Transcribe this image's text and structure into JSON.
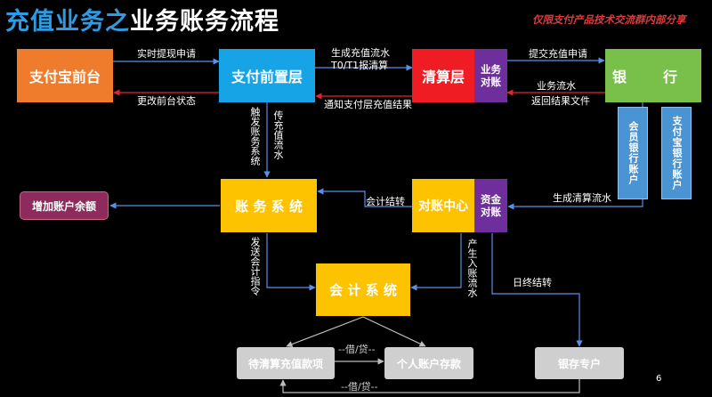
{
  "title": {
    "part1": "充值业务之",
    "part2": "业务账务流程"
  },
  "subtitle": "仅限支付产品技术交流群内部分享",
  "nodes": {
    "alipay_front": "支付宝前台",
    "pay_front_layer": "支付前置层",
    "clearing_layer": "清算层",
    "biz_reconcile": "业务对账",
    "bank": "银　　行",
    "member_bank_account": "会员银行账户",
    "alipay_bank_account": "支付宝银行账户",
    "add_balance": "增加账户余额",
    "accounting_system": "账 务 系 统",
    "reconcile_center": "对账中心",
    "fund_reconcile": "资金对账",
    "ledger_system": "会 计 系 统",
    "pending_clearing": "待清算充值款项",
    "personal_deposit": "个人账户存款",
    "bank_deposit": "银存专户"
  },
  "labels": {
    "realtime_withdraw": "实时提现申请",
    "change_front_status": "更改前台状态",
    "gen_recharge_flow": "生成充值流水",
    "t0t1_clearing": "T0/T1报清算",
    "notify_pay_layer": "通知支付层充值结果",
    "submit_recharge": "提交充值申请",
    "biz_flow": "业务流水",
    "return_result_file": "返回结果文件",
    "trigger_accounting": "触发账务系统",
    "pass_recharge_flow": "传充值流水",
    "gen_clearing_flow": "生成清算流水",
    "accounting_settle": "会计结转",
    "send_ledger_cmd": "发送会计指令",
    "gen_entry_flow": "产生入账流水",
    "daily_settle": "日终结转",
    "debit_credit_1": "--借/贷--",
    "debit_credit_2": "--借/贷--"
  },
  "page_number": "6",
  "colors": {
    "arrow_blue": "#5b8fe6",
    "arrow_red": "#e0262c",
    "title_blue": "#2f9be0",
    "subtitle_red": "#e23a3a"
  }
}
